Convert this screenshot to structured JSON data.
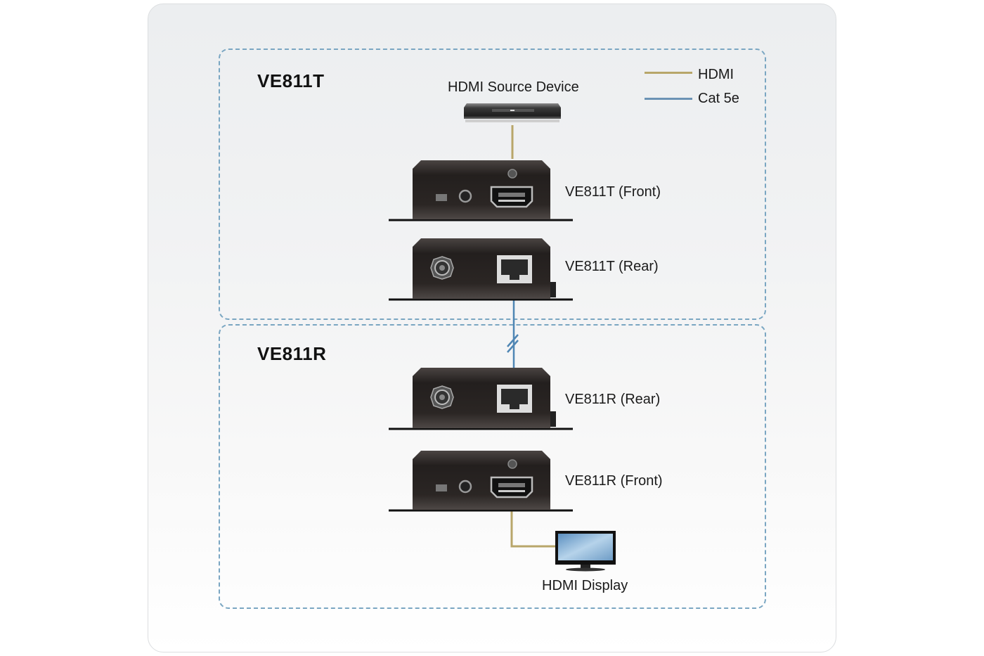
{
  "diagram": {
    "colors": {
      "hdmi": "#b8a66a",
      "cat5e": "#4f86b4",
      "zone_border": "#7aa6c2",
      "device_body": "#2a2624"
    },
    "legend": [
      {
        "label": "HDMI",
        "cable": "hdmi"
      },
      {
        "label": "Cat 5e",
        "cable": "cat5e"
      }
    ],
    "zones": [
      {
        "title": "VE811T"
      },
      {
        "title": "VE811R"
      }
    ],
    "devices": {
      "source": "HDMI Source Device",
      "tx_front": "VE811T (Front)",
      "tx_rear": "VE811T (Rear)",
      "rx_rear": "VE811R (Rear)",
      "rx_front": "VE811R (Front)",
      "display": "HDMI Display"
    }
  }
}
